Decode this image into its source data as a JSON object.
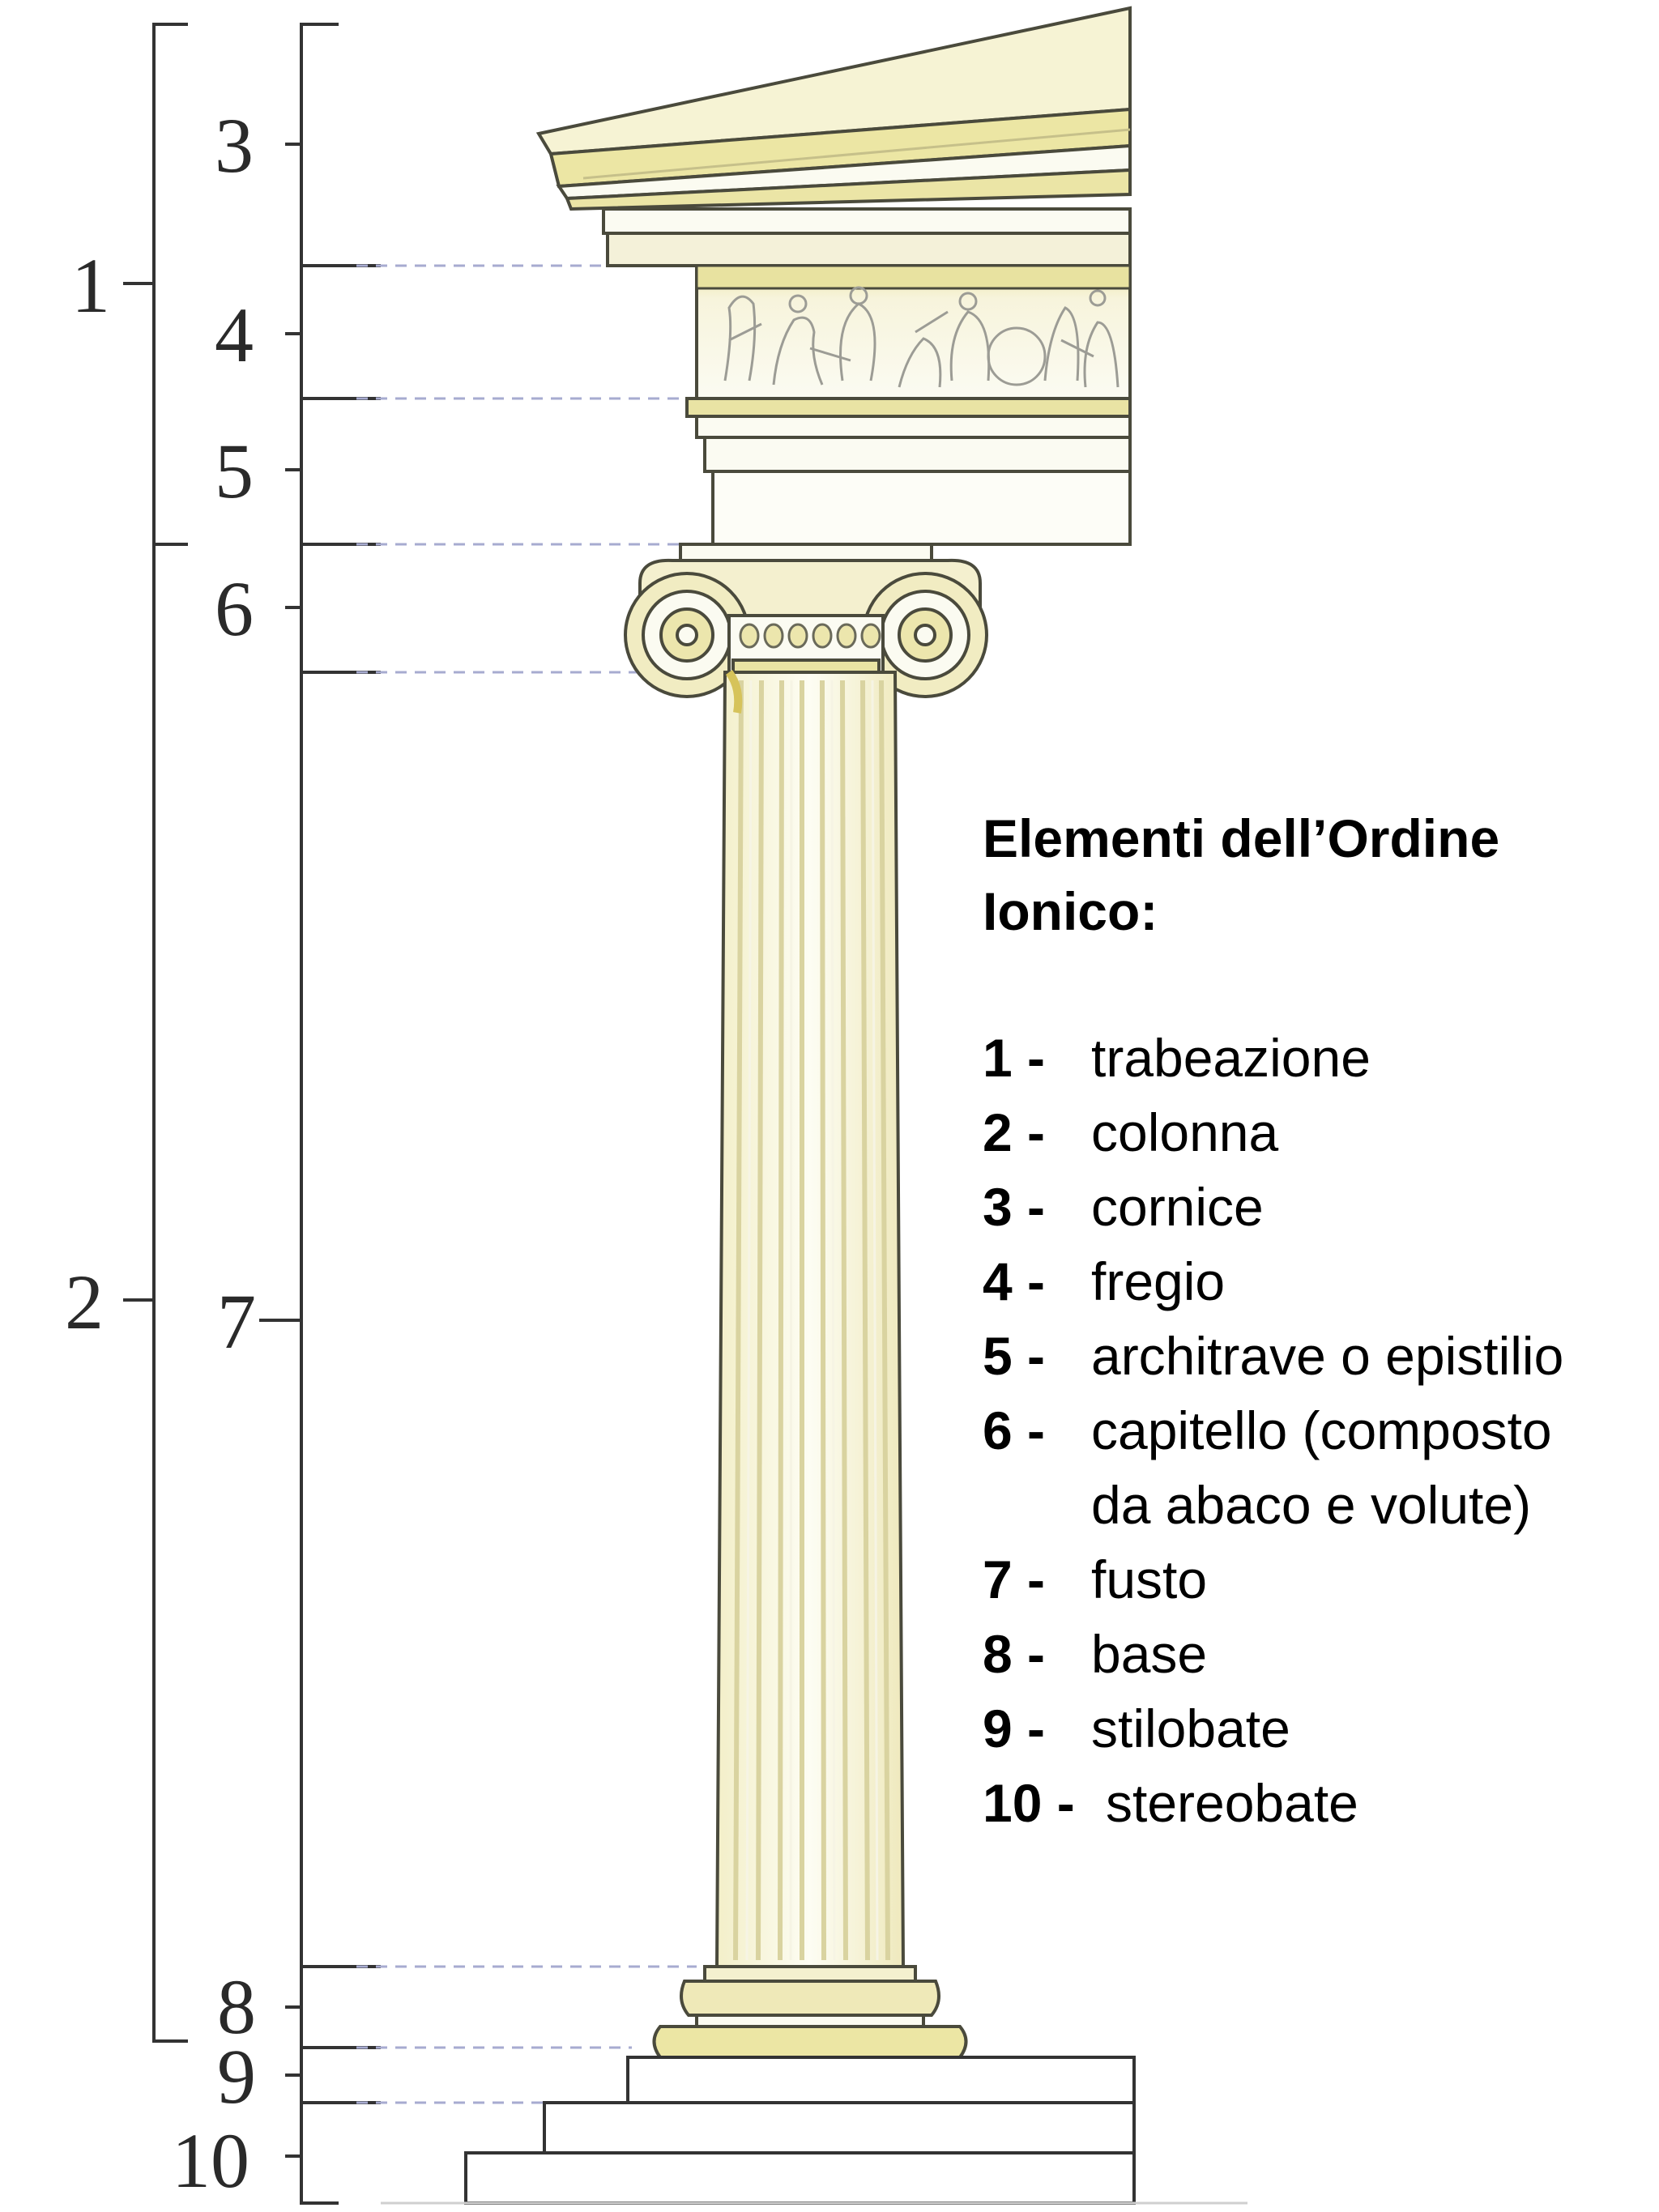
{
  "legend": {
    "title": "Elementi dell’Ordine\nIonico:",
    "items": [
      {
        "key": "1 -",
        "label": "trabeazione"
      },
      {
        "key": "2 -",
        "label": "colonna"
      },
      {
        "key": "3 -",
        "label": "cornice"
      },
      {
        "key": "4 -",
        "label": "fregio"
      },
      {
        "key": "5 -",
        "label": "architrave o epistilio"
      },
      {
        "key": "6 -",
        "label": "capitello (composto\nda abaco e volute)"
      },
      {
        "key": "7 -",
        "label": "fusto"
      },
      {
        "key": "8 -",
        "label": "base"
      },
      {
        "key": "9 -",
        "label": "stilobate"
      },
      {
        "key": "10 -",
        "label": "stereobate"
      }
    ]
  },
  "numbers": {
    "n1": "1",
    "n2": "2",
    "n3": "3",
    "n4": "4",
    "n5": "5",
    "n6": "6",
    "n7": "7",
    "n8": "8",
    "n9": "9",
    "n10": "10"
  },
  "colors": {
    "stone": "#fbfbf0",
    "ochre": "#e9e3a4",
    "outline": "#4a4a3c",
    "guide": "#9aa0c8"
  }
}
